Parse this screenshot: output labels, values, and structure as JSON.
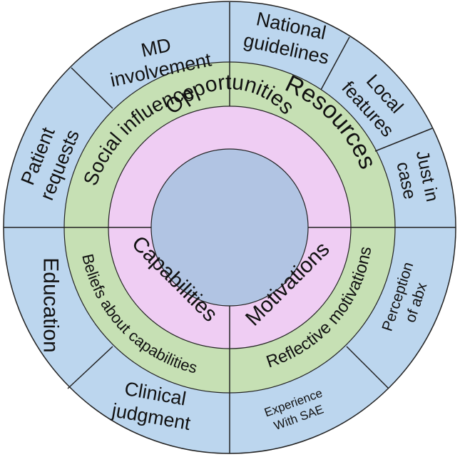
{
  "colors": {
    "outer_ring": "#bcd6ee",
    "middle_ring": "#c6e0b4",
    "inner_ring": "#efcdf3",
    "center": "#b1c4e3",
    "line": "#222222"
  },
  "opportunities": {
    "label": "Opportunities",
    "social_influence": {
      "label": "Social influence",
      "factors": [
        "Patient requests",
        "MD involvement"
      ]
    },
    "resources": {
      "label": "Resources",
      "factors": [
        "National guidelines",
        "Local features",
        "Just in case"
      ]
    }
  },
  "capabilities": {
    "label": "Capabilities",
    "middle_label": "Beliefs about capabilities",
    "factors": [
      "Education",
      "Clinical judgment"
    ]
  },
  "motivations": {
    "label": "Motivations",
    "middle_label": "Reflective motivations",
    "factors": [
      "Perception of abx",
      "Experience With SAE"
    ]
  }
}
